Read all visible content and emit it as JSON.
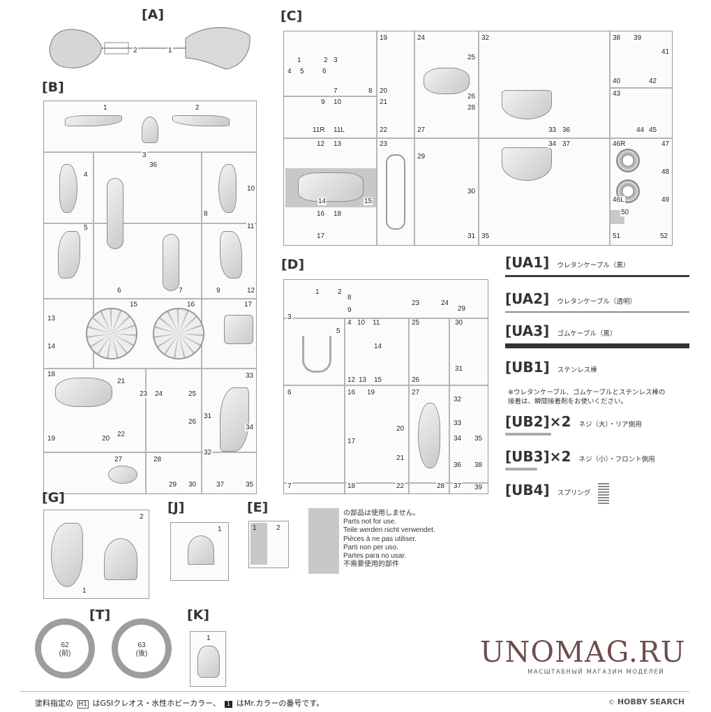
{
  "sections": {
    "A": {
      "label": "[A]",
      "parts": [
        "2",
        "1"
      ]
    },
    "B": {
      "label": "[B]",
      "parts": [
        "1",
        "2",
        "3",
        "4",
        "36",
        "10",
        "5",
        "11",
        "8",
        "6",
        "7",
        "9",
        "12",
        "13",
        "15",
        "16",
        "17",
        "14",
        "18",
        "21",
        "23",
        "24",
        "25",
        "26",
        "19",
        "20",
        "22",
        "33",
        "31",
        "34",
        "27",
        "28",
        "32",
        "29",
        "30",
        "37",
        "35"
      ]
    },
    "C": {
      "label": "[C]",
      "parts": [
        "1",
        "2",
        "3",
        "19",
        "24",
        "25",
        "32",
        "38",
        "39",
        "41",
        "4",
        "5",
        "6",
        "7",
        "8",
        "20",
        "26",
        "40",
        "42",
        "9",
        "10",
        "21",
        "28",
        "43",
        "11R",
        "11L",
        "22",
        "27",
        "33",
        "36",
        "44",
        "45",
        "12",
        "13",
        "23",
        "29",
        "34",
        "37",
        "46R",
        "47",
        "48",
        "14",
        "15",
        "30",
        "46L",
        "49",
        "16",
        "18",
        "50",
        "17",
        "31",
        "35",
        "51",
        "52"
      ]
    },
    "D": {
      "label": "[D]",
      "parts": [
        "1",
        "2",
        "8",
        "9",
        "23",
        "24",
        "29",
        "3",
        "4",
        "10",
        "11",
        "25",
        "30",
        "5",
        "14",
        "12",
        "13",
        "15",
        "26",
        "31",
        "6",
        "16",
        "19",
        "27",
        "32",
        "33",
        "17",
        "20",
        "34",
        "35",
        "21",
        "36",
        "38",
        "7",
        "18",
        "22",
        "28",
        "37",
        "39"
      ]
    },
    "G": {
      "label": "[G]",
      "parts": [
        "2",
        "1"
      ]
    },
    "J": {
      "label": "[J]",
      "parts": [
        "1"
      ]
    },
    "E": {
      "label": "[E]",
      "parts": [
        "1",
        "2"
      ]
    },
    "T": {
      "label": "[T]",
      "tires": [
        {
          "num": "62",
          "pos": "(前)"
        },
        {
          "num": "63",
          "pos": "(後)"
        }
      ]
    },
    "K": {
      "label": "[K]",
      "parts": [
        "1"
      ]
    }
  },
  "not_used": {
    "lines": [
      "の部品は使用しません。",
      "Parts not for use.",
      "Teile werden nicht verwendet.",
      "Pièces à ne pas utiliser.",
      "Parti non per uso.",
      "Partes para no usar.",
      "不需要使用的部件"
    ]
  },
  "cables": [
    {
      "tag": "[UA1]",
      "desc": "ウレタンケーブル（黒）",
      "color": "#3a3a3a",
      "thickness": 3
    },
    {
      "tag": "[UA2]",
      "desc": "ウレタンケーブル（透明）",
      "color": "#8a8a8a",
      "thickness": 2
    },
    {
      "tag": "[UA3]",
      "desc": "ゴムケーブル（黒）",
      "color": "#333333",
      "thickness": 7
    },
    {
      "tag": "[UB1]",
      "desc": "ステンレス棒",
      "color": "#aaaaaa",
      "thickness": 0
    }
  ],
  "cable_note": [
    "※ウレタンケーブル、ゴムケーブルとステンレス棒の",
    "接着は、瞬間接着剤をお使いください。"
  ],
  "screws": [
    {
      "tag": "[UB2]×2",
      "desc": "ネジ（大）・リア側用"
    },
    {
      "tag": "[UB3]×2",
      "desc": "ネジ（小）・フロント側用"
    },
    {
      "tag": "[UB4]",
      "desc": "スプリング"
    }
  ],
  "watermark": {
    "title": "UNOMAG.RU",
    "subtitle": "МАСШТАБНЫЙ МАГАЗИН МОДЕЛЕЙ",
    "logo": "HOBBY SEARCH",
    "copyright": "©"
  },
  "footer": {
    "text_a": "塗料指定の",
    "box_a": "H1",
    "text_b": "はGSIクレオス・水性ホビーカラー、",
    "box_b": "1",
    "text_c": "はMr.カラーの番号です。"
  }
}
